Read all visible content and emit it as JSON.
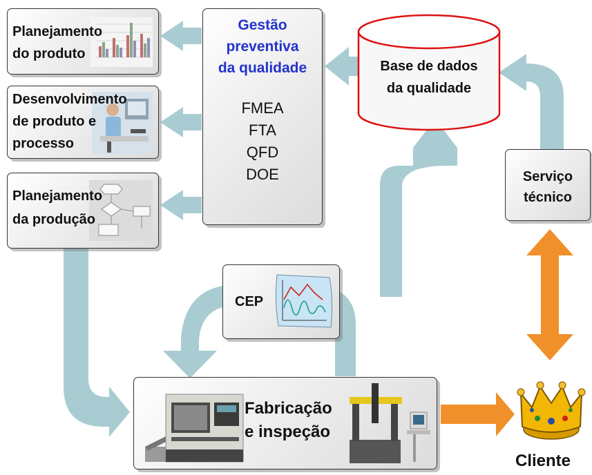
{
  "boxes": {
    "planejamento_produto": {
      "line1": "Planejamento",
      "line2": "do produto"
    },
    "desenvolvimento": {
      "line1": "Desenvolvimento",
      "line2": "de produto e",
      "line3": "processo"
    },
    "planejamento_producao": {
      "line1": "Planejamento",
      "line2": "da produção"
    },
    "gestao": {
      "title1": "Gestão",
      "title2": "preventiva",
      "title3": "da qualidade",
      "methods": [
        "FMEA",
        "FTA",
        "QFD",
        "DOE"
      ]
    },
    "base_dados": {
      "line1": "Base de dados",
      "line2": "da qualidade"
    },
    "servico": {
      "line1": "Serviço",
      "line2": "técnico"
    },
    "cep": {
      "label": "CEP"
    },
    "fabricacao": {
      "line1": "Fabricação",
      "line2": "e inspeção"
    }
  },
  "cliente": {
    "label": "Cliente"
  },
  "colors": {
    "flow_arrow": "#a9ccd2",
    "client_arrow": "#f0902a",
    "gestao_title": "#2233cc",
    "database_border": "#dd1111",
    "crown": "#f2b705"
  }
}
